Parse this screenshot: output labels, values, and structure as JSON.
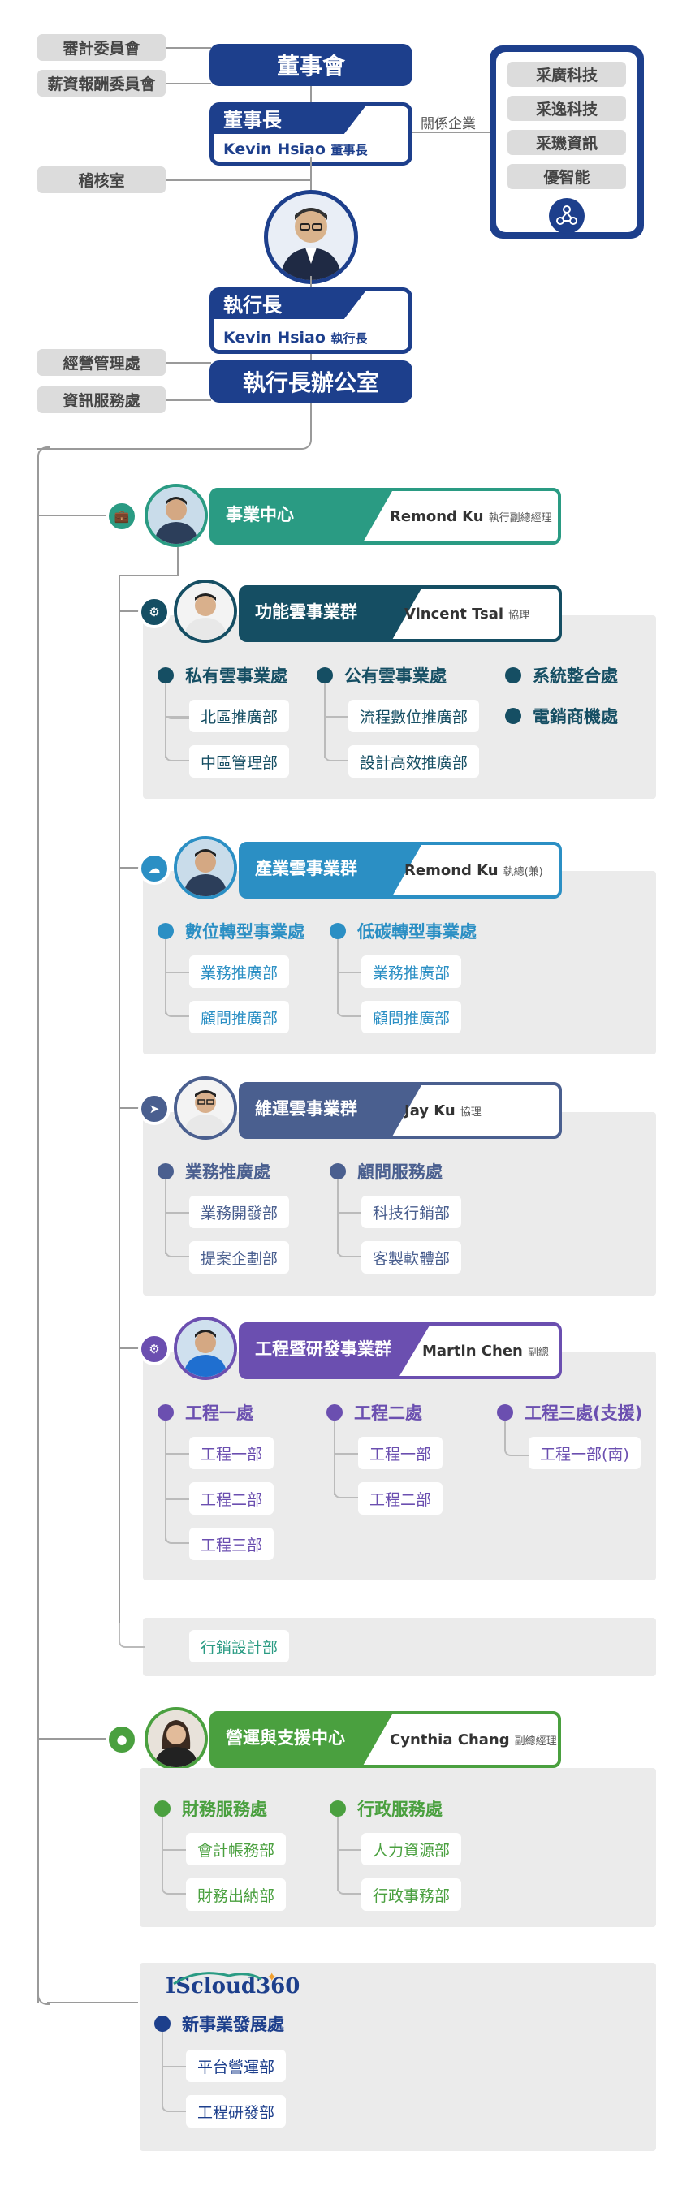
{
  "colors": {
    "navy": "#1d3f8c",
    "teal": "#2a9b83",
    "dark_teal": "#154e63",
    "sky": "#2b8fc4",
    "slate": "#4a5f8f",
    "purple": "#6b4fb0",
    "green": "#4aa03f"
  },
  "committees": {
    "audit": "審計委員會",
    "compensation": "薪資報酬委員會",
    "internal_audit": "稽核室",
    "management": "經營管理處",
    "it_service": "資訊服務處"
  },
  "board": {
    "title": "董事會",
    "chairman_title": "董事長",
    "chairman_name": "Kevin Hsiao",
    "chairman_role": "董事長",
    "affiliate_label": "關係企業",
    "affiliates": [
      "采廣科技",
      "采逸科技",
      "采璣資訊",
      "優智能"
    ],
    "ceo_title": "執行長",
    "ceo_name": "Kevin Hsiao",
    "ceo_role": "執行長",
    "ceo_office": "執行長辦公室"
  },
  "business_center": {
    "title": "事業中心",
    "leader": "Remond Ku",
    "role": "執行副總經理"
  },
  "groups": [
    {
      "title": "功能雲事業群",
      "leader": "Vincent Tsai",
      "role": "協理",
      "divisions": [
        {
          "name": "私有雲事業處",
          "depts": [
            "北區推廣部",
            "中區管理部"
          ]
        },
        {
          "name": "公有雲事業處",
          "depts": [
            "流程數位推廣部",
            "設計高效推廣部"
          ]
        }
      ],
      "standalone": [
        "系統整合處",
        "電銷商機處"
      ]
    },
    {
      "title": "產業雲事業群",
      "leader": "Remond Ku",
      "role": "執總(兼)",
      "divisions": [
        {
          "name": "數位轉型事業處",
          "depts": [
            "業務推廣部",
            "顧問推廣部"
          ]
        },
        {
          "name": "低碳轉型事業處",
          "depts": [
            "業務推廣部",
            "顧問推廣部"
          ]
        }
      ]
    },
    {
      "title": "維運雲事業群",
      "leader": "Jay Ku",
      "role": "協理",
      "divisions": [
        {
          "name": "業務推廣處",
          "depts": [
            "業務開發部",
            "提案企劃部"
          ]
        },
        {
          "name": "顧問服務處",
          "depts": [
            "科技行銷部",
            "客製軟體部"
          ]
        }
      ]
    },
    {
      "title": "工程暨研發事業群",
      "leader": "Martin Chen",
      "role": "副總",
      "divisions": [
        {
          "name": "工程一處",
          "depts": [
            "工程一部",
            "工程二部",
            "工程三部"
          ]
        },
        {
          "name": "工程二處",
          "depts": [
            "工程一部",
            "工程二部"
          ]
        },
        {
          "name": "工程三處(支援)",
          "depts": [
            "工程一部(南)"
          ]
        }
      ]
    }
  ],
  "marketing_dept": "行銷設計部",
  "support_center": {
    "title": "營運與支援中心",
    "leader": "Cynthia Chang",
    "role": "副總經理",
    "divisions": [
      {
        "name": "財務服務處",
        "depts": [
          "會計帳務部",
          "財務出納部"
        ]
      },
      {
        "name": "行政服務處",
        "depts": [
          "人力資源部",
          "行政事務部"
        ]
      }
    ]
  },
  "iscloud": {
    "logo": "IScloud360",
    "division": "新事業發展處",
    "depts": [
      "平台營運部",
      "工程研發部"
    ]
  }
}
